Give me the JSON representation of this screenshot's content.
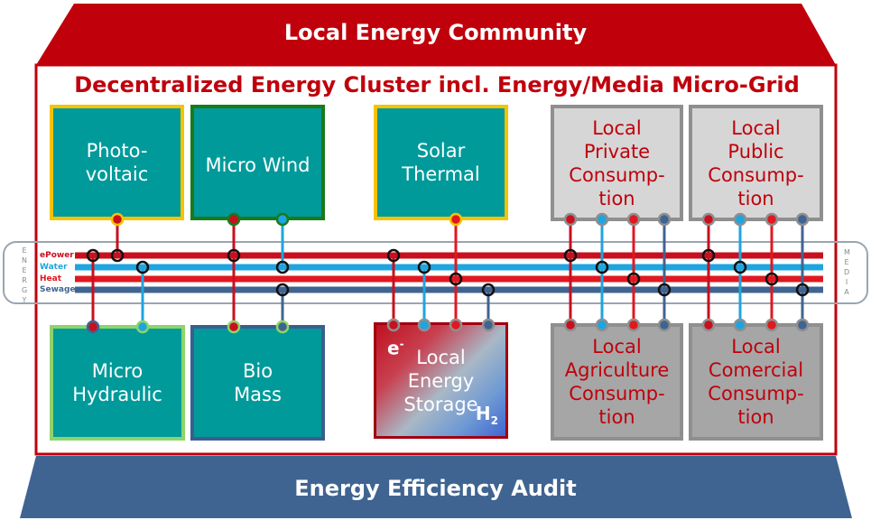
{
  "header": {
    "title": "Local Energy Community"
  },
  "cluster": {
    "title": "Decentralized Energy Cluster incl. Energy/Media Micro-Grid"
  },
  "footer": {
    "title": "Energy Efficiency Audit"
  },
  "producers_top": [
    {
      "label": "Photo-\nvoltaic",
      "border_color": "#f6c300"
    },
    {
      "label": "Micro Wind",
      "border_color": "#1a7a1a"
    },
    {
      "label": "Solar\nThermal",
      "border_color": "#f6c300"
    }
  ],
  "producers_bottom": [
    {
      "label": "Micro\nHydraulic",
      "border_color": "#8fd46a"
    },
    {
      "label": "Bio\nMass",
      "border_color": "#3b5e8e"
    }
  ],
  "storage": {
    "label": "Local\nEnergy\nStorage",
    "electron": "e",
    "electron_sup": "-",
    "hydrogen": "H",
    "hydrogen_sub": "2"
  },
  "consumers_top": [
    {
      "label": "Local\nPrivate\nConsump-\ntion"
    },
    {
      "label": "Local\nPublic\nConsump-\ntion"
    }
  ],
  "consumers_bottom": [
    {
      "label": "Local\nAgriculture\nConsump-\ntion"
    },
    {
      "label": "Local\nComercial\nConsump-\ntion"
    }
  ],
  "grid": {
    "left_caption": "ENERGY",
    "right_caption": "MEDIA",
    "lines": [
      {
        "label": "ePower",
        "color": "#c8101e",
        "label_color": "#c8101e"
      },
      {
        "label": "Water",
        "color": "#1ea5e0",
        "label_color": "#1ea5e0"
      },
      {
        "label": "Heat",
        "color": "#e01820",
        "label_color": "#e01820"
      },
      {
        "label": "Sewage",
        "color": "#3f6491",
        "label_color": "#3f6491"
      }
    ]
  },
  "colors": {
    "roof": "#c0000b",
    "base": "#3f6491",
    "producer_fill": "#009a9a",
    "consumer_border": "#8f8f8f"
  }
}
